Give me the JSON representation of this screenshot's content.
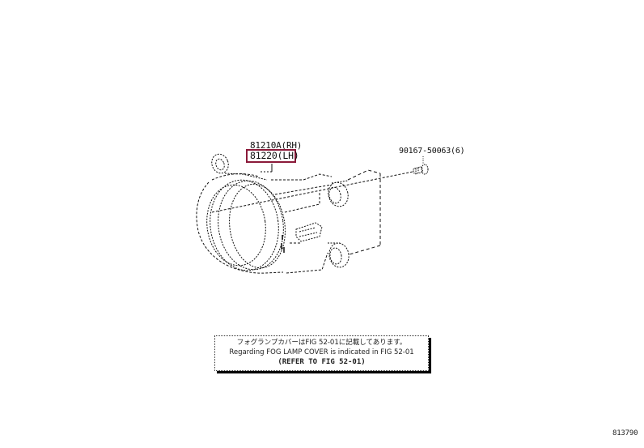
{
  "diagram": {
    "type": "parts-exploded-view",
    "subject": "fog lamp assembly",
    "parts": [
      {
        "id": "part-rh",
        "number": "81210A(RH)"
      },
      {
        "id": "part-lh",
        "number": "81220(LH)",
        "highlighted": true
      },
      {
        "id": "bolt",
        "number": "90167-50063(6)"
      }
    ],
    "highlight_color": "#8b1a3a"
  },
  "labels": {
    "part_rh": "81210A(RH)",
    "part_lh": "81220(LH)",
    "bolt": "90167-50063(6)"
  },
  "note": {
    "line1": "フォグランプカバーはFIG 52-01に記載してあります。",
    "line2": "Regarding FOG LAMP COVER is indicated in FIG 52-01",
    "line3": "(REFER TO FIG 52-01)"
  },
  "figure_id": "813790"
}
